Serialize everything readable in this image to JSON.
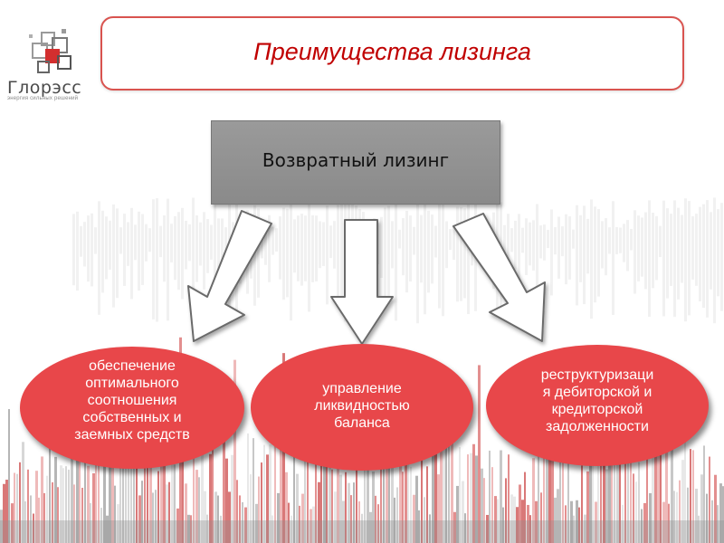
{
  "logo": {
    "name": "Глорэсс",
    "tagline": "энергия сильных решений"
  },
  "slide": {
    "title": "Преимущества лизинга"
  },
  "diagram": {
    "root": "Возвратный лизинг",
    "benefits": [
      "обеспечение\nоптимального\nсоотношения\nсобственных и\nзаемных средств",
      "управление\nликвидностью\nбаланса",
      "реструктуризаци\nя дебиторской и\nкредиторской\nзадолженности"
    ]
  },
  "colors": {
    "accent_red": "#c00000",
    "ellipse_fill": "#e8474a",
    "root_box": "#8f8f8f"
  }
}
